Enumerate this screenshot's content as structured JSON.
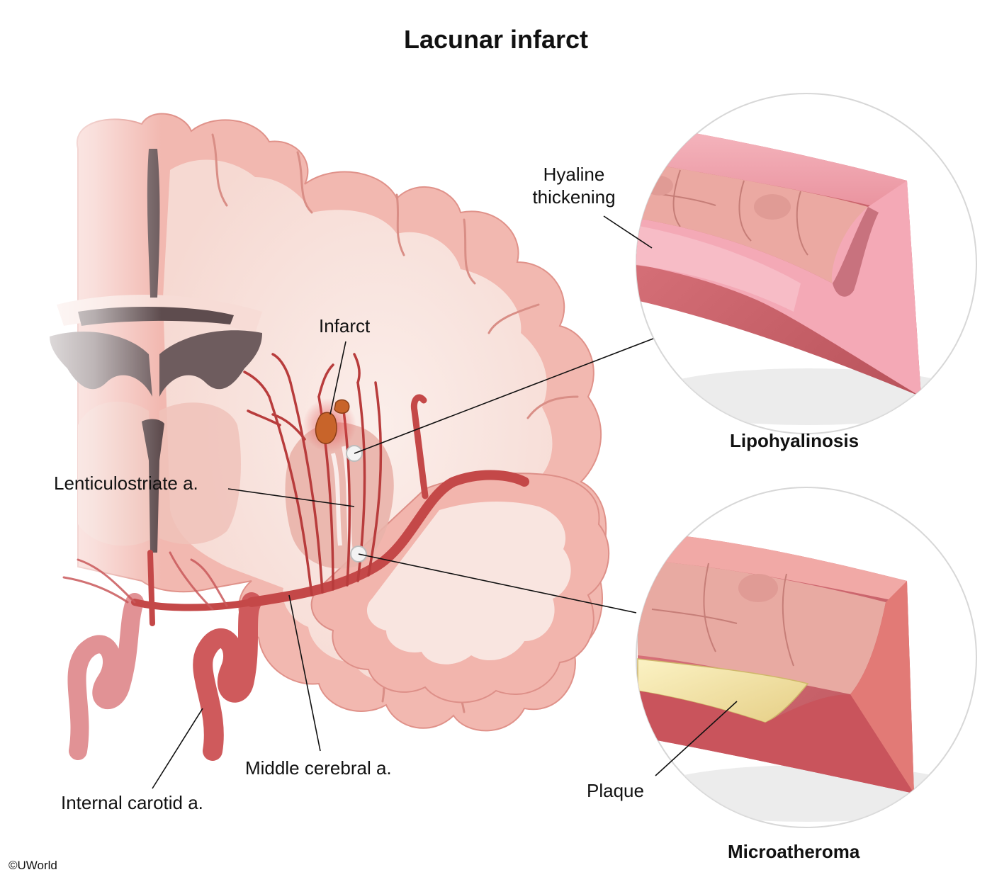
{
  "title": "Lacunar infarct",
  "labels": {
    "hyaline_line1": "Hyaline",
    "hyaline_line2": "thickening",
    "infarct": "Infarct",
    "lenticulostriate": "Lenticulostriate a.",
    "middle_cerebral": "Middle cerebral a.",
    "internal_carotid": "Internal carotid a.",
    "plaque": "Plaque",
    "lipohyalinosis": "Lipohyalinosis",
    "microatheroma": "Microatheroma"
  },
  "copyright": "©UWorld",
  "colors": {
    "cortex": "#f2b8b0",
    "white_matter": "#f8e1dc",
    "artery": "#c44848",
    "ventricle": "#6e5c5e",
    "infarct": "#c8642a",
    "plaque": "#f2e2a2"
  }
}
